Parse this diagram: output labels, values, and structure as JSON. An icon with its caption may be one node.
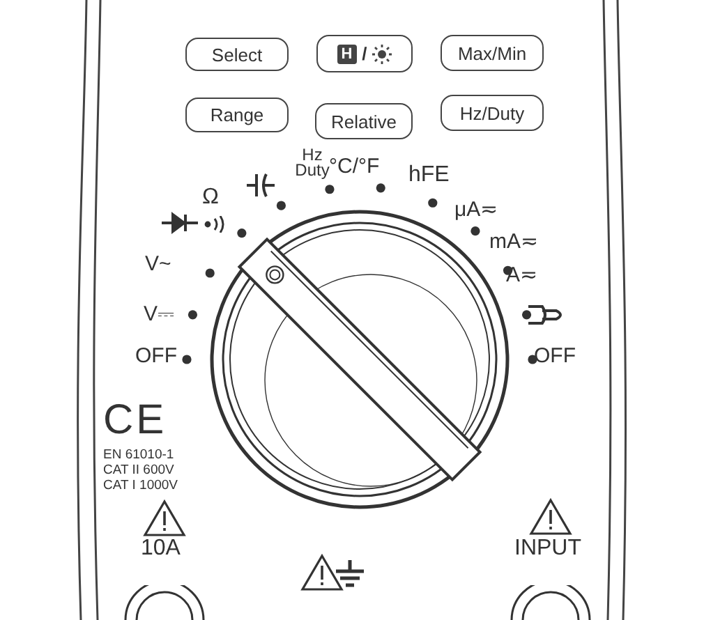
{
  "diagram": {
    "nodes": [
      {
        "text": [
          "Select"
        ]
      },
      {
        "text": [
          "H",
          "/"
        ]
      },
      {
        "text": [
          "Max/Min"
        ]
      },
      {
        "text": [
          "Range"
        ]
      },
      {
        "text": [
          "Relative"
        ]
      },
      {
        "text": [
          "Hz/Duty"
        ]
      }
    ],
    "labels": [
      "Hz Duty",
      "°C/°F",
      "hFE",
      "Ω",
      "μA≂",
      "mA≂",
      "V~",
      "A≂",
      "V⎓",
      "OFF",
      "OFF",
      "CE",
      "EN 61010-1",
      "CAT II 600V",
      "CAT I 1000V",
      "10A",
      "INPUT"
    ]
  }
}
